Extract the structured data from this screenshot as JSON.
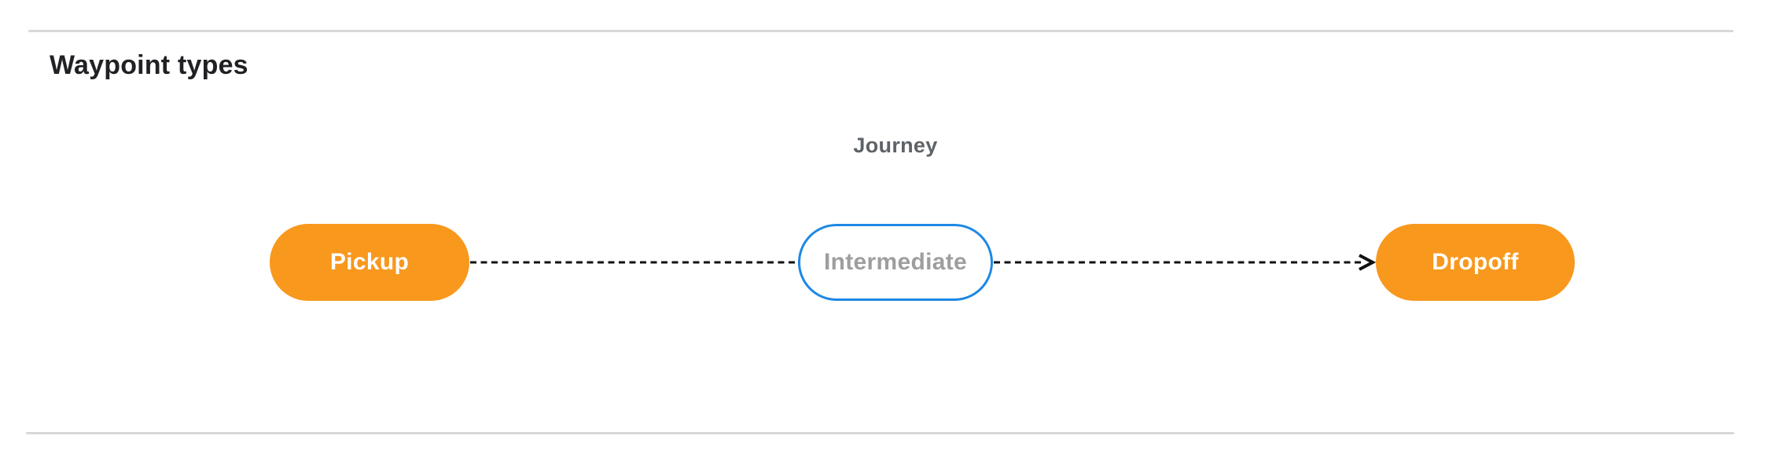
{
  "page": {
    "heading": "Waypoint types"
  },
  "diagram": {
    "title": "Journey",
    "nodes": [
      {
        "id": "pickup",
        "label": "Pickup",
        "type": "endpoint"
      },
      {
        "id": "intermediate",
        "label": "Intermediate",
        "type": "intermediate"
      },
      {
        "id": "dropoff",
        "label": "Dropoff",
        "type": "endpoint"
      }
    ],
    "connections": [
      {
        "from": "pickup",
        "to": "intermediate",
        "style": "dashed",
        "arrowhead": false
      },
      {
        "from": "intermediate",
        "to": "dropoff",
        "style": "dashed",
        "arrowhead": true
      }
    ],
    "colors": {
      "endpoint_fill": "#f8981d",
      "endpoint_text": "#ffffff",
      "intermediate_border": "#1e88e5",
      "intermediate_text": "#9e9e9e",
      "connector": "#111111",
      "heading_text": "#202124",
      "title_text": "#5f6368",
      "divider": "#d8d8d8",
      "background": "#ffffff"
    }
  }
}
